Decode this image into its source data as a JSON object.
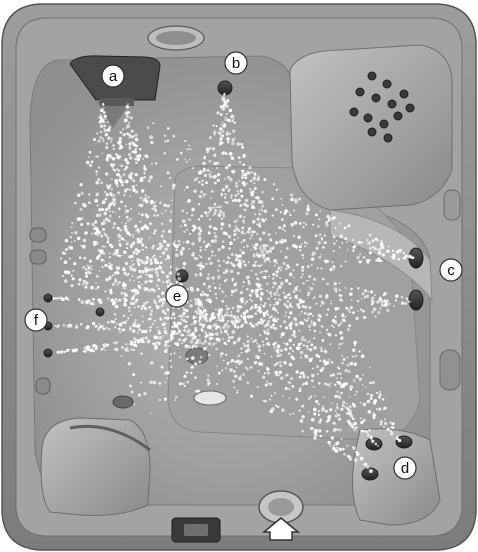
{
  "callouts": [
    {
      "id": "a",
      "label": "a"
    },
    {
      "id": "b",
      "label": "b"
    },
    {
      "id": "c",
      "label": "c"
    },
    {
      "id": "d",
      "label": "d"
    },
    {
      "id": "e",
      "label": "e"
    },
    {
      "id": "f",
      "label": "f"
    }
  ],
  "icons": {
    "entry_arrow": "up-arrow-icon",
    "control_panel": "control-panel-icon"
  },
  "colors": {
    "shell_outer": "#8c8c8c",
    "shell_inner": "#b4b4b4",
    "floor": "#a6a6a6",
    "seat": "#9a9a9a",
    "spray": "#ffffff",
    "callout_fill": "#ffffff",
    "callout_stroke": "#333333"
  }
}
